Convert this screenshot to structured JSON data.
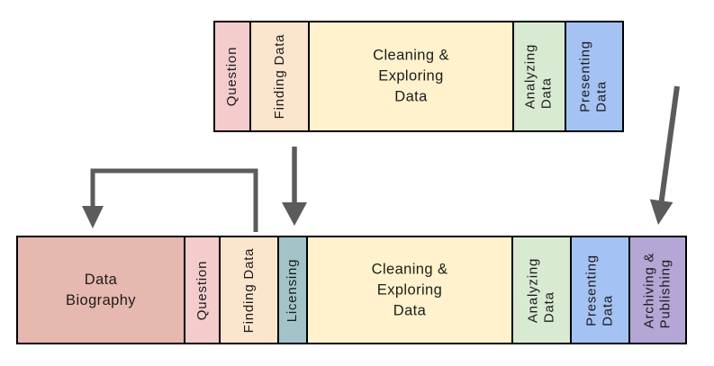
{
  "colors": {
    "border": "#000000",
    "text": "#1c1c1c",
    "arrow": "#5b5b5b"
  },
  "top_bar": {
    "segments": [
      {
        "label": "Question",
        "color": "#f4cccc",
        "orientation": "vertical"
      },
      {
        "label": "Finding Data",
        "color": "#fce5cd",
        "orientation": "vertical"
      },
      {
        "label": "Cleaning &\nExploring\nData",
        "color": "#fff2cc",
        "orientation": "horizontal"
      },
      {
        "label": "Analyzing\nData",
        "color": "#d9ead3",
        "orientation": "vertical"
      },
      {
        "label": "Presenting\nData",
        "color": "#a4c2f4",
        "orientation": "vertical"
      }
    ]
  },
  "bottom_bar": {
    "segments": [
      {
        "label": "Data\nBiography",
        "color": "#e6b8af",
        "orientation": "horizontal"
      },
      {
        "label": "Question",
        "color": "#f4cccc",
        "orientation": "vertical"
      },
      {
        "label": "Finding Data",
        "color": "#fce5cd",
        "orientation": "vertical"
      },
      {
        "label": "Licensing",
        "color": "#a2c4c9",
        "orientation": "vertical"
      },
      {
        "label": "Cleaning &\nExploring\nData",
        "color": "#fff2cc",
        "orientation": "horizontal"
      },
      {
        "label": "Analyzing\nData",
        "color": "#d9ead3",
        "orientation": "vertical"
      },
      {
        "label": "Presenting\nData",
        "color": "#a4c2f4",
        "orientation": "vertical"
      },
      {
        "label": "Archiving &\nPublishing",
        "color": "#b4a7d6",
        "orientation": "vertical"
      }
    ]
  },
  "arrows": [
    {
      "shape": "bent",
      "to": "Data Biography"
    },
    {
      "shape": "straight",
      "from": "Finding Data",
      "to": "Licensing"
    },
    {
      "shape": "diagonal",
      "to": "Archiving & Publishing"
    }
  ]
}
